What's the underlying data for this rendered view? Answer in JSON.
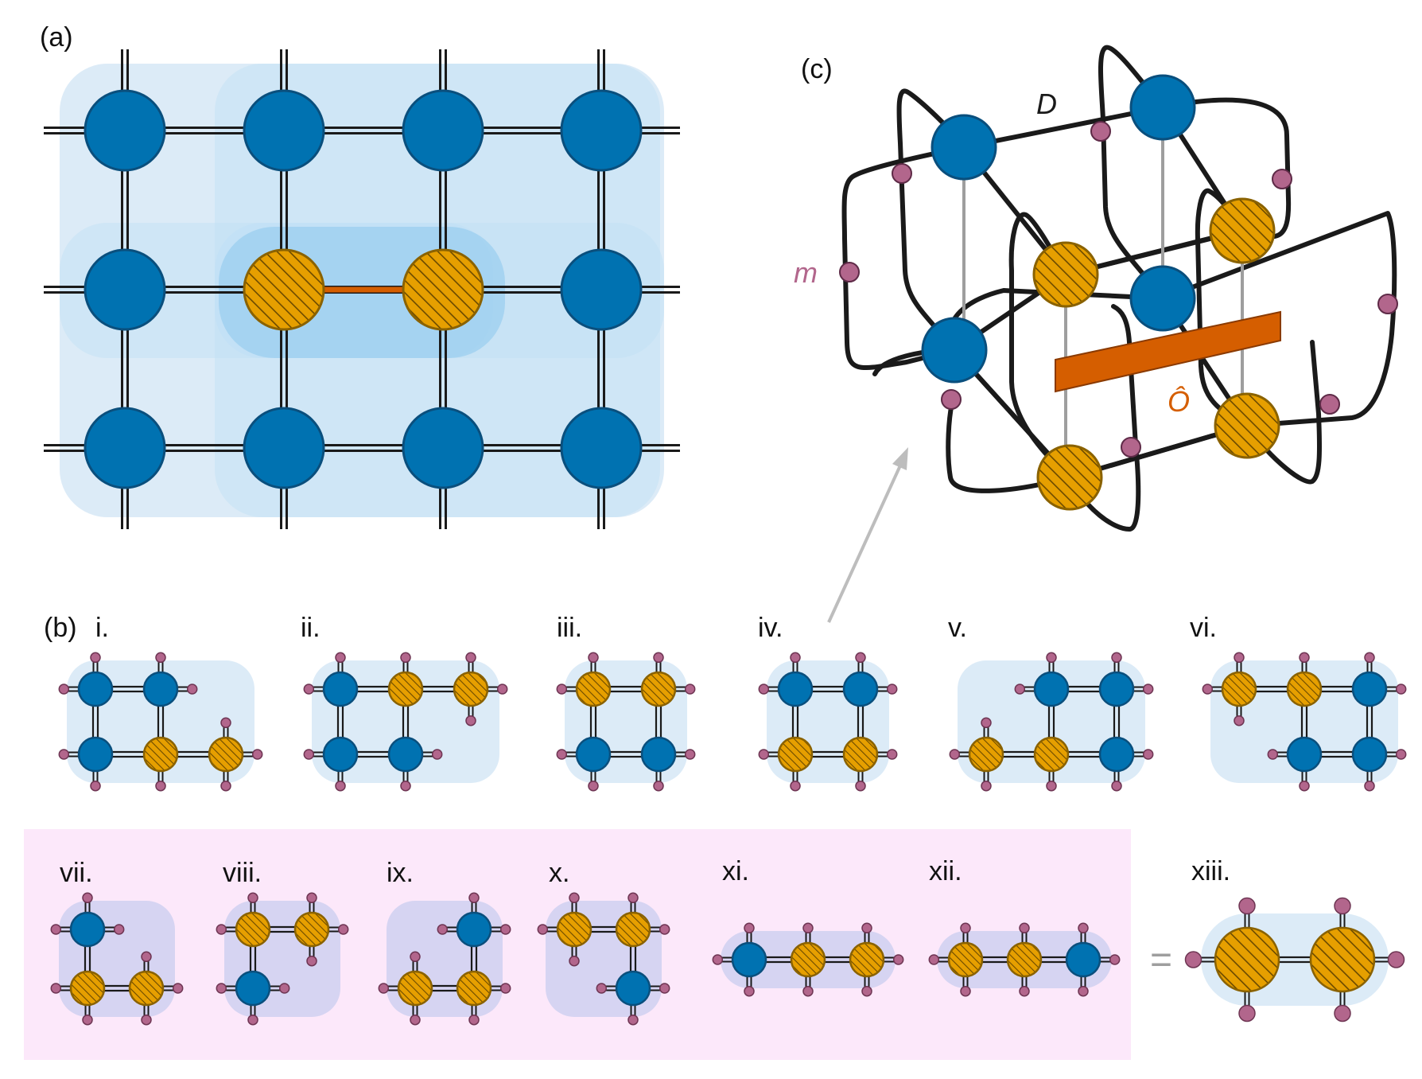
{
  "colors": {
    "site": "#0072b1",
    "site_stroke": "#0a4f7d",
    "special": "#e69f00",
    "special_stroke": "#8a6200",
    "hatch": "#6b4a00",
    "region_light": "#dcebf7",
    "region_overlay": "#bfe0f5",
    "bond": "#1a1a1a",
    "operator": "#d55e00",
    "leg_dot": "#b2668c",
    "bond_label": "#b2668c",
    "pink_box": "#fce8fa",
    "arrow": "#bdbdbd",
    "equals": "#9e9e9e"
  },
  "panel_a": {
    "label": "(a)",
    "grid": [
      [
        "blue",
        "blue",
        "blue",
        "blue"
      ],
      [
        "blue",
        "orange",
        "orange",
        "blue"
      ],
      [
        "blue",
        "blue",
        "blue",
        "blue"
      ]
    ]
  },
  "panel_b": {
    "label": "(b)",
    "clusters": [
      {
        "label": "i.",
        "sites": [
          [
            0,
            0,
            "b"
          ],
          [
            1,
            0,
            "b"
          ],
          [
            0,
            1,
            "b"
          ],
          [
            1,
            1,
            "o"
          ],
          [
            2,
            1,
            "o"
          ]
        ]
      },
      {
        "label": "ii.",
        "sites": [
          [
            0,
            0,
            "b"
          ],
          [
            1,
            0,
            "o"
          ],
          [
            2,
            0,
            "o"
          ],
          [
            0,
            1,
            "b"
          ],
          [
            1,
            1,
            "b"
          ]
        ]
      },
      {
        "label": "iii.",
        "sites": [
          [
            0,
            0,
            "o"
          ],
          [
            1,
            0,
            "o"
          ],
          [
            0,
            1,
            "b"
          ],
          [
            1,
            1,
            "b"
          ]
        ]
      },
      {
        "label": "iv.",
        "sites": [
          [
            0,
            0,
            "b"
          ],
          [
            1,
            0,
            "b"
          ],
          [
            0,
            1,
            "o"
          ],
          [
            1,
            1,
            "o"
          ]
        ]
      },
      {
        "label": "v.",
        "sites": [
          [
            1,
            0,
            "b"
          ],
          [
            2,
            0,
            "b"
          ],
          [
            0,
            1,
            "o"
          ],
          [
            1,
            1,
            "o"
          ],
          [
            2,
            1,
            "b"
          ]
        ]
      },
      {
        "label": "vi.",
        "sites": [
          [
            0,
            0,
            "o"
          ],
          [
            1,
            0,
            "o"
          ],
          [
            2,
            0,
            "b"
          ],
          [
            1,
            1,
            "b"
          ],
          [
            2,
            1,
            "b"
          ]
        ]
      },
      {
        "label": "vii.",
        "sites": [
          [
            0,
            0,
            "b"
          ],
          [
            0,
            1,
            "o"
          ],
          [
            1,
            1,
            "o"
          ]
        ]
      },
      {
        "label": "viii.",
        "sites": [
          [
            0,
            0,
            "o"
          ],
          [
            1,
            0,
            "o"
          ],
          [
            0,
            1,
            "b"
          ]
        ]
      },
      {
        "label": "ix.",
        "sites": [
          [
            1,
            0,
            "b"
          ],
          [
            0,
            1,
            "o"
          ],
          [
            1,
            1,
            "o"
          ]
        ]
      },
      {
        "label": "x.",
        "sites": [
          [
            0,
            0,
            "o"
          ],
          [
            1,
            0,
            "o"
          ],
          [
            1,
            1,
            "b"
          ]
        ]
      },
      {
        "label": "xi.",
        "sites": [
          [
            0,
            0,
            "b"
          ],
          [
            1,
            0,
            "o"
          ],
          [
            2,
            0,
            "o"
          ]
        ]
      },
      {
        "label": "xii.",
        "sites": [
          [
            0,
            0,
            "o"
          ],
          [
            1,
            0,
            "o"
          ],
          [
            2,
            0,
            "b"
          ]
        ]
      },
      {
        "label": "xiii.",
        "sites": [
          [
            0,
            0,
            "o"
          ],
          [
            1,
            0,
            "o"
          ]
        ]
      }
    ],
    "equals": "="
  },
  "panel_c": {
    "label": "(c)",
    "bond_dim_label": "D",
    "bond_dim_m_label": "m",
    "operator_label": "Ô"
  }
}
